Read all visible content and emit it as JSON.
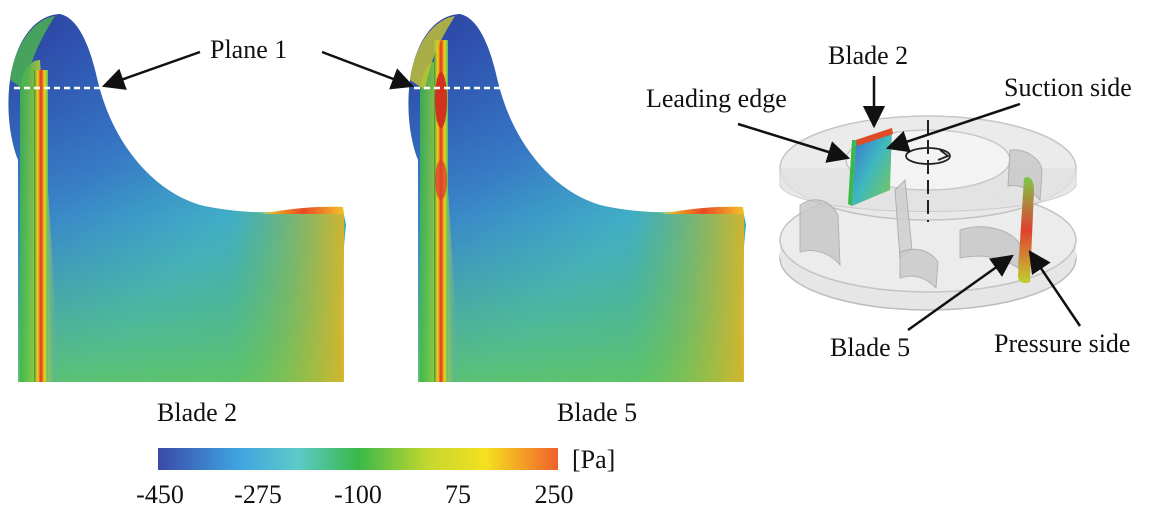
{
  "labels": {
    "plane1": "Plane 1",
    "blade2_caption": "Blade 2",
    "blade5_caption": "Blade 5",
    "blade2_callout": "Blade 2",
    "blade5_callout": "Blade 5",
    "leading_edge": "Leading edge",
    "suction_side": "Suction side",
    "pressure_side": "Pressure side"
  },
  "colorbar": {
    "unit": "[Pa]",
    "ticks": [
      "-450",
      "-275",
      "-100",
      "75",
      "250"
    ],
    "min": -450,
    "max": 250,
    "colormap": [
      "#3a4aa8",
      "#3fa3e0",
      "#4fc9c0",
      "#3ab84a",
      "#c6d82e",
      "#f5e020",
      "#f0602a"
    ]
  },
  "colors": {
    "low_pressure": "#3a4aa8",
    "high_pressure": "#e23a22",
    "mid_pressure": "#3ab84a",
    "dashed_line": "#ffffff",
    "arrow": "#111111",
    "housing": "#d9d9d9"
  }
}
